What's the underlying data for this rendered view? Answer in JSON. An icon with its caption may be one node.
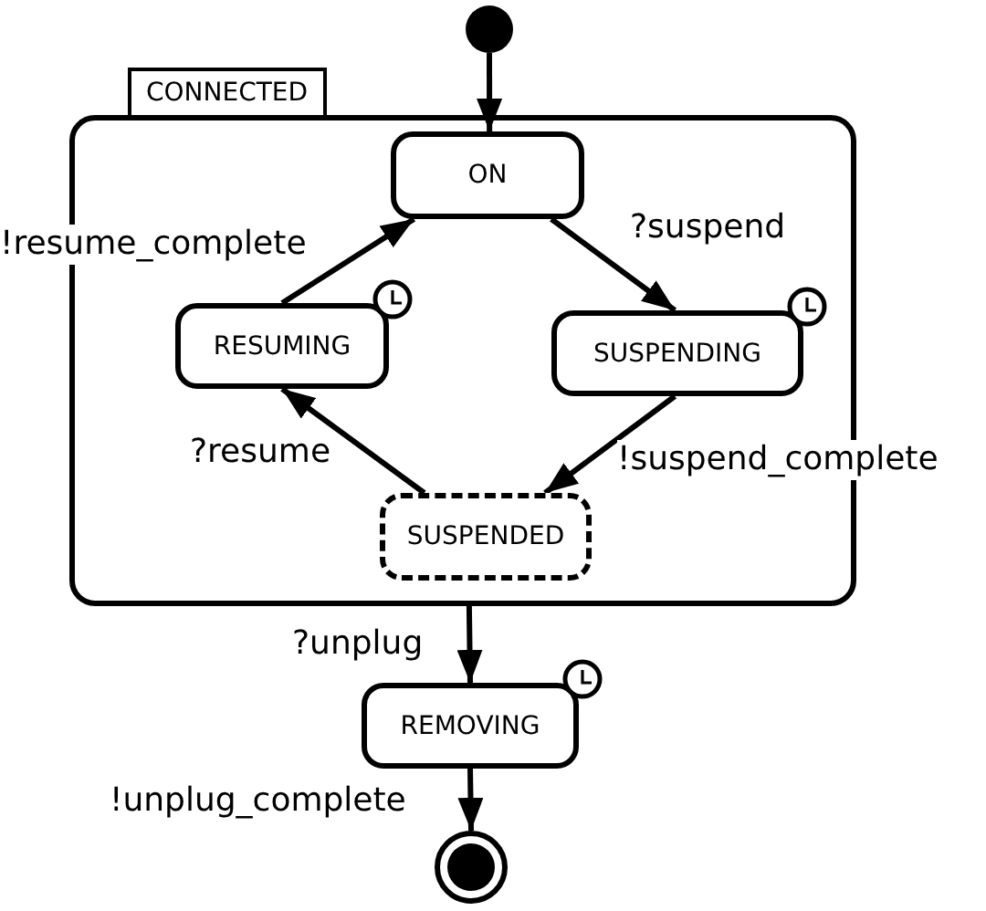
{
  "diagram": {
    "nodes": [
      {
        "text": [],
        "shape": "circle"
      },
      {
        "text": [
          "CONNECTED"
        ]
      },
      {
        "text": [
          "ON"
        ],
        "in": 1
      },
      {
        "text": [
          "RESUMING"
        ],
        "in": 1
      },
      {
        "text": [
          "SUSPENDING"
        ],
        "in": 1
      },
      {
        "text": [
          "SUSPENDED"
        ],
        "in": 1
      },
      {
        "text": [
          "REMOVING"
        ]
      },
      {
        "text": [],
        "shape": "bullseye"
      }
    ],
    "edges": [
      {
        "from": 0,
        "to": 2,
        "arrow": "to"
      },
      {
        "from": 2,
        "to": 4,
        "arrow": "to",
        "label": "?suspend"
      },
      {
        "from": 4,
        "to": 5,
        "arrow": "to",
        "label": "!suspend_complete"
      },
      {
        "from": 5,
        "to": 3,
        "arrow": "to",
        "label": "?resume"
      },
      {
        "from": 3,
        "to": 2,
        "arrow": "to",
        "label": "!resume_complete"
      },
      {
        "from": 1,
        "to": 6,
        "arrow": "to",
        "label": "?unplug"
      },
      {
        "from": 6,
        "to": 7,
        "arrow": "to",
        "label": "!unplug_complete"
      }
    ]
  }
}
